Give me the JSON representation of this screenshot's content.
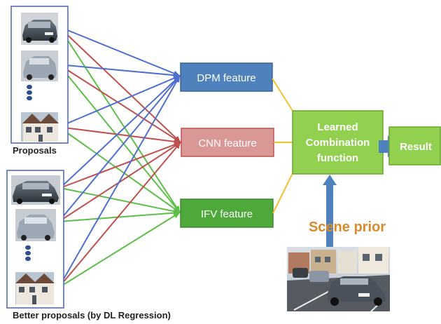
{
  "labels": {
    "proposals": "Proposals",
    "better_proposals": "Better proposals (by DL Regression)",
    "scene_prior": "Scene prior",
    "result": "Result",
    "combination_line1": "Learned",
    "combination_line2": "Combination",
    "combination_line3": "function"
  },
  "features": [
    {
      "label": "DPM feature",
      "fill": "#4f81bd",
      "line_color": "#4f6fd0"
    },
    {
      "label": "CNN feature",
      "fill": "#d99795",
      "line_color": "#c0504d"
    },
    {
      "label": "IFV feature",
      "fill": "#4ea83a",
      "line_color": "#5cbf47"
    }
  ],
  "colors": {
    "combination_fill": "#92d050",
    "combination_stroke": "#6aa62e",
    "connector": "#f2c12e",
    "scene_arrow": "#4f81bd",
    "scene_prior_text": "#d98a2b",
    "panel_border": "#4a62a8"
  }
}
